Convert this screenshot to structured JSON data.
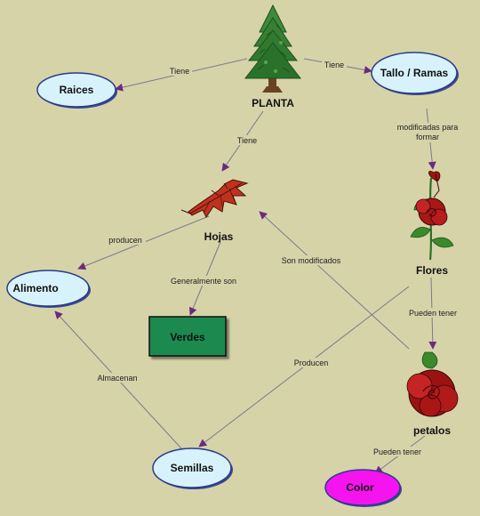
{
  "colors": {
    "background": "#d6d3a9",
    "node_fill": "#d8f2fb",
    "node_stroke": "#2a3a8a",
    "line": "#7a7a8a",
    "arrow": "#6b2a80",
    "verdes_fill": "#1f8a4f",
    "color_fill": "#f514f0"
  },
  "icons": {
    "plant": "pine-tree-icon",
    "hojas": "red-leaf-icon",
    "flores": "rose-stem-icon",
    "petalos": "rose-bloom-icon"
  },
  "nodes": {
    "planta": "PLANTA",
    "raices": "Raices",
    "tallo": "Tallo / Ramas",
    "hojas": "Hojas",
    "flores": "Flores",
    "alimento": "Alimento",
    "verdes": "Verdes",
    "petalos": "petalos",
    "semillas": "Semillas",
    "color": "Color"
  },
  "edges": {
    "planta_raices": "Tiene",
    "planta_tallo": "Tiene",
    "planta_hojas": "Tiene",
    "tallo_flores_1": "modificadas para",
    "tallo_flores_2": "formar",
    "hojas_alimento": "producen",
    "hojas_verdes": "Generalmente son",
    "petalos_hojas": "Son modificados",
    "flores_petalos": "Pueden tener",
    "flores_semillas": "Producen",
    "semillas_alimento": "Almacenan",
    "petalos_color": "Pueden tener"
  }
}
